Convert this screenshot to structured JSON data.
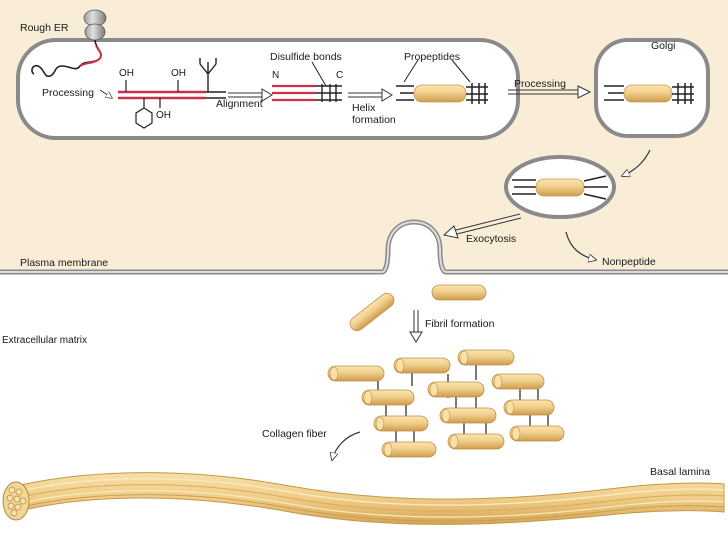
{
  "labels": {
    "rough_er": "Rough ER",
    "golgi": "Golgi",
    "processing_1": "Processing",
    "oh_1": "OH",
    "oh_2": "OH",
    "oh_3": "OH",
    "alignment": "Alignment",
    "disulfide_bonds": "Disulfide bonds",
    "n_terminus": "N",
    "c_terminus": "C",
    "helix_formation_line1": "Helix",
    "helix_formation_line2": "formation",
    "propeptides": "Propeptides",
    "processing_2": "Processing",
    "exocytosis": "Exocytosis",
    "plasma_membrane": "Plasma membrane",
    "nonpeptide": "Nonpeptide",
    "fibril_formation": "Fibril formation",
    "extracellular_matrix": "Extracellular matrix",
    "collagen_fiber": "Collagen fiber",
    "basal_lamina": "Basal lamina"
  },
  "colors": {
    "cytoplasm": "#f9edd7",
    "membrane_edge": "#7a7a7a",
    "collagen": "#efcf8d",
    "collagen_dark": "#d9a957",
    "chain_red": "#c8324a",
    "line": "#222222"
  }
}
